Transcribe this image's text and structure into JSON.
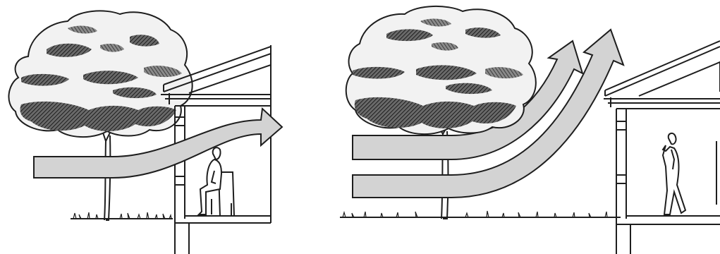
{
  "figure": {
    "panels": [
      {
        "id": "left",
        "scene": "tree-beside-house",
        "airflow_streams": 1,
        "airflow_enters_house": true,
        "occupant_pose": "seated"
      },
      {
        "id": "right",
        "scene": "tree-beside-house",
        "airflow_streams": 2,
        "airflow_enters_house": false,
        "occupant_pose": "standing"
      }
    ],
    "colors": {
      "ink": "#1e1e1e",
      "airflow_fill": "#d3d3d3",
      "canopy_fill": "#f2f2f2",
      "canopy_shade": "#4a4a4a",
      "background": "#ffffff"
    },
    "icons": [
      "tree",
      "house-section",
      "airflow-arrow",
      "seated-person",
      "standing-person",
      "grass"
    ]
  }
}
